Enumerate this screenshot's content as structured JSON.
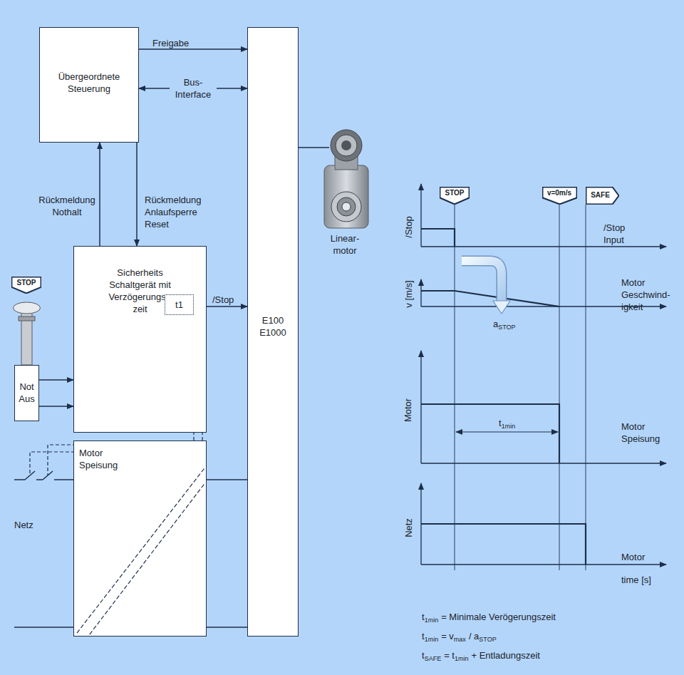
{
  "diagram": {
    "nodes": [
      {
        "text": [
          "Übergeordnete Steuerung"
        ]
      },
      {
        "text": [
          "E100 E1000"
        ]
      },
      {
        "text": [
          "STOP"
        ]
      },
      {
        "text": [
          "Sicherheits Schaltgerät mit Verzögerungs -zeit"
        ]
      },
      {
        "text": [
          "t1"
        ],
        "in": 3
      },
      {
        "text": [
          "Not Aus"
        ]
      },
      {
        "text": [
          "Motor Speisung"
        ]
      },
      {
        "text": [
          "STOP"
        ]
      },
      {
        "text": [
          "v=0m/s"
        ]
      },
      {
        "text": [
          "SAFE"
        ]
      }
    ],
    "edges": [
      {
        "from": 0,
        "to": 1,
        "arrow": "to",
        "label": "Freigabe"
      },
      {
        "from": 0,
        "to": 1,
        "arrow": "both",
        "label": "Bus- Interface"
      },
      {
        "from": 3,
        "to": 0,
        "arrow": "to",
        "label": "Rückmeldung Nothalt"
      },
      {
        "from": 0,
        "to": 3,
        "arrow": "to",
        "label": "Rückmeldung Anlaufsperre Reset"
      },
      {
        "from": 3,
        "to": 1,
        "arrow": "to",
        "label": "/Stop"
      },
      {
        "from": 5,
        "to": 3,
        "arrow": "to"
      },
      {
        "from": 5,
        "to": 3,
        "arrow": "to"
      },
      {
        "from": 6,
        "to": 1,
        "arrow": "none"
      },
      {
        "from": 6,
        "to": 1,
        "arrow": "none"
      }
    ],
    "labels": [
      "Linear- motor",
      "Netz",
      "/Stop",
      "v [m/s]",
      "Motor",
      "Netz",
      "/Stop Input",
      "Motor Geschwind- igkeit",
      "Motor Speisung",
      "Motor",
      "time [s]",
      "a",
      "STOP",
      "t",
      "1min",
      "t",
      "1min",
      "= Minimale Verögerungszeit",
      "t",
      "1min",
      "= v",
      "max",
      "/ a",
      "STOP",
      "t",
      "SAFE",
      "= t",
      "1min",
      "+ Entladungszeit"
    ]
  }
}
